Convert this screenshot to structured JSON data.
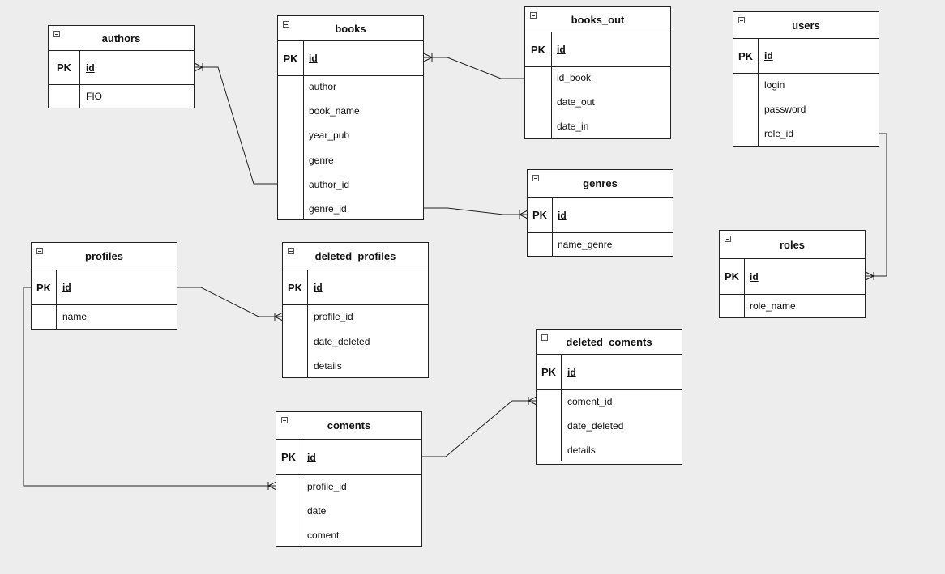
{
  "colors": {
    "background": "#ededed",
    "line": "#222222"
  },
  "pk_label": "PK",
  "entities": {
    "authors": {
      "title": "authors",
      "pk": "id",
      "fields": [
        "FIO"
      ]
    },
    "books": {
      "title": "books",
      "pk": "id",
      "fields": [
        "author",
        "book_name",
        "year_pub",
        "genre",
        "author_id",
        "genre_id"
      ]
    },
    "books_out": {
      "title": "books_out",
      "pk": "id",
      "fields": [
        "id_book",
        "date_out",
        "date_in"
      ]
    },
    "users": {
      "title": "users",
      "pk": "id",
      "fields": [
        "login",
        "password",
        "role_id"
      ]
    },
    "genres": {
      "title": "genres",
      "pk": "id",
      "fields": [
        "name_genre"
      ]
    },
    "roles": {
      "title": "roles",
      "pk": "id",
      "fields": [
        "role_name"
      ]
    },
    "profiles": {
      "title": "profiles",
      "pk": "id",
      "fields": [
        "name"
      ]
    },
    "deleted_profiles": {
      "title": "deleted_profiles",
      "pk": "id",
      "fields": [
        "profile_id",
        "date_deleted",
        "details"
      ]
    },
    "deleted_coments": {
      "title": "deleted_coments",
      "pk": "id",
      "fields": [
        "coment_id",
        "date_deleted",
        "details"
      ]
    },
    "coments": {
      "title": "coments",
      "pk": "id",
      "fields": [
        "profile_id",
        "date",
        "coment"
      ]
    }
  },
  "relationships": [
    {
      "from": "books.author_id",
      "to": "authors.id",
      "to_cardinality": "many"
    },
    {
      "from": "books.id",
      "to": "books_out.id_book",
      "from_cardinality": "many"
    },
    {
      "from": "books.genre_id",
      "to": "genres.id",
      "to_cardinality": "many"
    },
    {
      "from": "users.role_id",
      "to": "roles.id",
      "to_cardinality": "many"
    },
    {
      "from": "profiles.id",
      "to": "deleted_profiles.profile_id",
      "to_cardinality": "many"
    },
    {
      "from": "profiles.id",
      "to": "coments.profile_id",
      "to_cardinality": "many"
    },
    {
      "from": "coments.id",
      "to": "deleted_coments.coment_id",
      "to_cardinality": "many"
    }
  ]
}
